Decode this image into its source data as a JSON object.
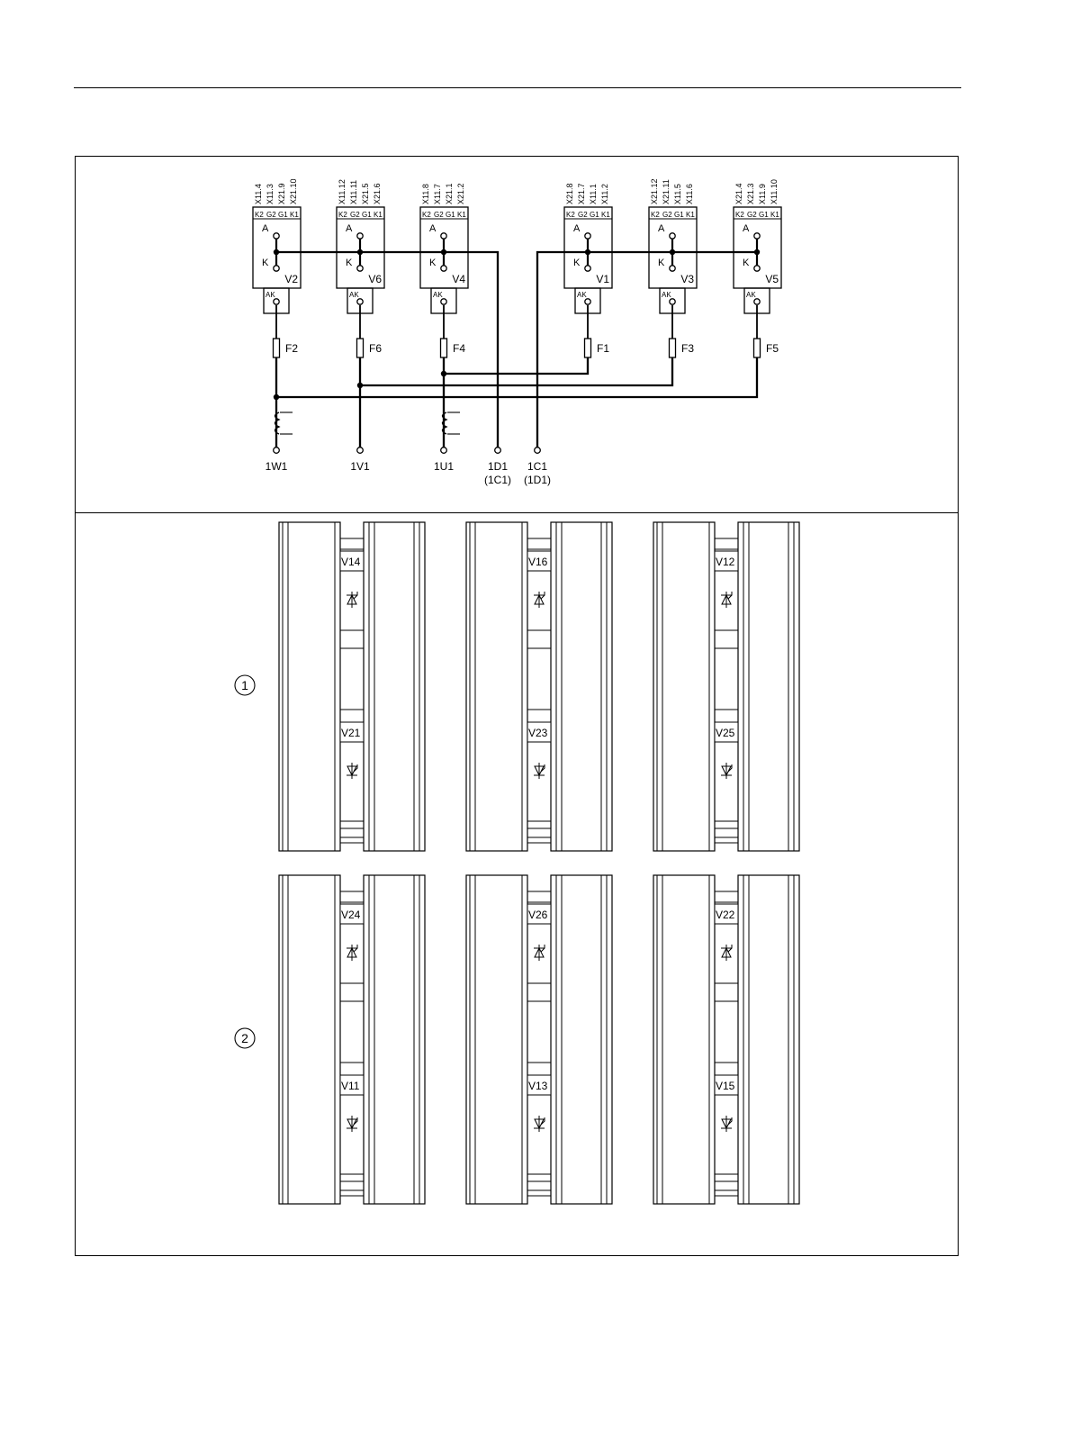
{
  "schematic": {
    "thyristor_modules": [
      {
        "name": "V2",
        "terminals": [
          "X11.4",
          "X11.3",
          "X21.9",
          "X21.10"
        ],
        "fuse": "F2"
      },
      {
        "name": "V6",
        "terminals": [
          "X11.12",
          "X11.11",
          "X21.5",
          "X21.6"
        ],
        "fuse": "F6"
      },
      {
        "name": "V4",
        "terminals": [
          "X11.8",
          "X11.7",
          "X21.1",
          "X21.2"
        ],
        "fuse": "F4"
      },
      {
        "name": "V1",
        "terminals": [
          "X21.8",
          "X21.7",
          "X11.1",
          "X11.2"
        ],
        "fuse": "F1"
      },
      {
        "name": "V3",
        "terminals": [
          "X21.12",
          "X21.11",
          "X11.5",
          "X11.6"
        ],
        "fuse": "F3"
      },
      {
        "name": "V5",
        "terminals": [
          "X21.4",
          "X21.3",
          "X11.9",
          "X11.10"
        ],
        "fuse": "F5"
      }
    ],
    "pin_labels": [
      "K2",
      "G2",
      "G1",
      "K1"
    ],
    "anode_label": "A",
    "cathode_label": "K",
    "snubber_label": "AK",
    "outputs": [
      {
        "label": "1W1",
        "alt": ""
      },
      {
        "label": "1V1",
        "alt": ""
      },
      {
        "label": "1U1",
        "alt": ""
      },
      {
        "label": "1D1",
        "alt": "(1C1)"
      },
      {
        "label": "1C1",
        "alt": "(1D1)"
      }
    ]
  },
  "layout_view": {
    "bridges": [
      {
        "marker": "1",
        "stacks": [
          {
            "upper": "V14",
            "lower": "V21"
          },
          {
            "upper": "V16",
            "lower": "V23"
          },
          {
            "upper": "V12",
            "lower": "V25"
          }
        ]
      },
      {
        "marker": "2",
        "stacks": [
          {
            "upper": "V24",
            "lower": "V11"
          },
          {
            "upper": "V26",
            "lower": "V13"
          },
          {
            "upper": "V22",
            "lower": "V15"
          }
        ]
      }
    ]
  }
}
